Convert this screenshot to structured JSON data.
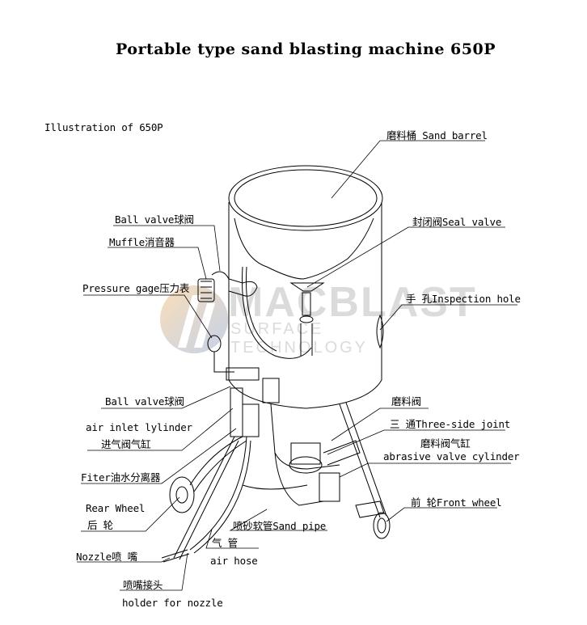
{
  "title": "Portable type sand blasting machine 650P",
  "subtitle": "Illustration of 650P",
  "watermark": {
    "brand": "MACBLAST",
    "tagline": "SURFACE TECHNOLOGY"
  },
  "labels": {
    "sand_barrel": "磨料桶 Sand barrel",
    "ball_valve_top": "Ball valve球阀",
    "muffle": "Muffle消音器",
    "pressure_gage": "Pressure gage压力表",
    "seal_valve": "封闭阀Seal valve",
    "inspection_hole": "手 孔Inspection hole",
    "ball_valve_bottom": "Ball valve球阀",
    "air_inlet_en": "air inlet lylinder",
    "air_inlet_cn": "进气阀气缸",
    "filter": "Fiter油水分离器",
    "abrasive_valve": "磨料阀",
    "three_side_joint": "三 通Three-side joint",
    "abrasive_cylinder_cn": "磨料阀气缸",
    "abrasive_cylinder_en": "abrasive valve cylinder",
    "front_wheel": "前 轮Front wheel",
    "rear_wheel_en": "Rear Wheel",
    "rear_wheel_cn": "后 轮",
    "sand_pipe": "喷砂软管Sand pipe",
    "air_hose_cn": "气 管",
    "air_hose_en": "air hose",
    "nozzle": "Nozzle喷 嘴",
    "nozzle_holder_cn": "喷嘴接头",
    "nozzle_holder_en": "holder for nozzle"
  }
}
